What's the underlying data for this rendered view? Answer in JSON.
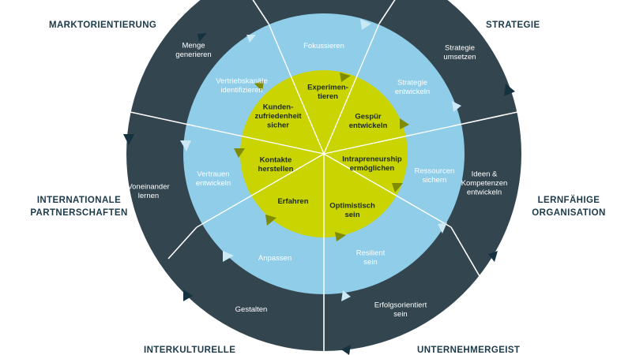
{
  "colors": {
    "outer_ring": "#33454f",
    "middle_ring": "#8fcde9",
    "inner_disc": "#c9d400",
    "divider": "#ffffff",
    "outer_arrow": "#14323f",
    "middle_arrow": "#cbe8f5",
    "inner_arrow": "#7f8b00",
    "corner_text": "#1d3a4a"
  },
  "corners": {
    "top_left": "MARKTORIENTIERUNG",
    "top_right": "STRATEGIE",
    "mid_left_1": "INTERNATIONALE",
    "mid_left_2": "PARTNERSCHAFTEN",
    "mid_right_1": "LERNFÄHIGE",
    "mid_right_2": "ORGANISATION",
    "bottom_left": "INTERKULTURELLE",
    "bottom_right": "UNTERNEHMERGEIST"
  },
  "outer_ring": [
    {
      "lines": [
        "Menge",
        "generieren"
      ]
    },
    {
      "lines": [
        "Strategie",
        "umsetzen"
      ]
    },
    {
      "lines": [
        "Voneinander",
        "lernen"
      ]
    },
    {
      "lines": [
        "Ideen &",
        "Kompetenzen",
        "entwickeln"
      ]
    },
    {
      "lines": [
        "Gestalten"
      ]
    },
    {
      "lines": [
        "Erfolgsorientiert",
        "sein"
      ]
    }
  ],
  "middle_ring": [
    {
      "lines": [
        "Fokussieren"
      ]
    },
    {
      "lines": [
        "Vertriebskanäle",
        "identifizieren"
      ]
    },
    {
      "lines": [
        "Strategie",
        "entwickeln"
      ]
    },
    {
      "lines": [
        "Vertrauen",
        "entwickeln"
      ]
    },
    {
      "lines": [
        "Ressourcen",
        "sichern"
      ]
    },
    {
      "lines": [
        "Anpassen"
      ]
    },
    {
      "lines": [
        "Resilient",
        "sein"
      ]
    }
  ],
  "inner_disc": [
    {
      "lines": [
        "Experimen-",
        "tieren"
      ]
    },
    {
      "lines": [
        "Kunden-",
        "zufriedenheit",
        "sicher"
      ]
    },
    {
      "lines": [
        "Gespür",
        "entwickeln"
      ]
    },
    {
      "lines": [
        "Kontakte",
        "herstellen"
      ]
    },
    {
      "lines": [
        "Intrapreneurship",
        "ermöglichen"
      ]
    },
    {
      "lines": [
        "Erfahren"
      ]
    },
    {
      "lines": [
        "Optimistisch",
        "sein"
      ]
    }
  ]
}
